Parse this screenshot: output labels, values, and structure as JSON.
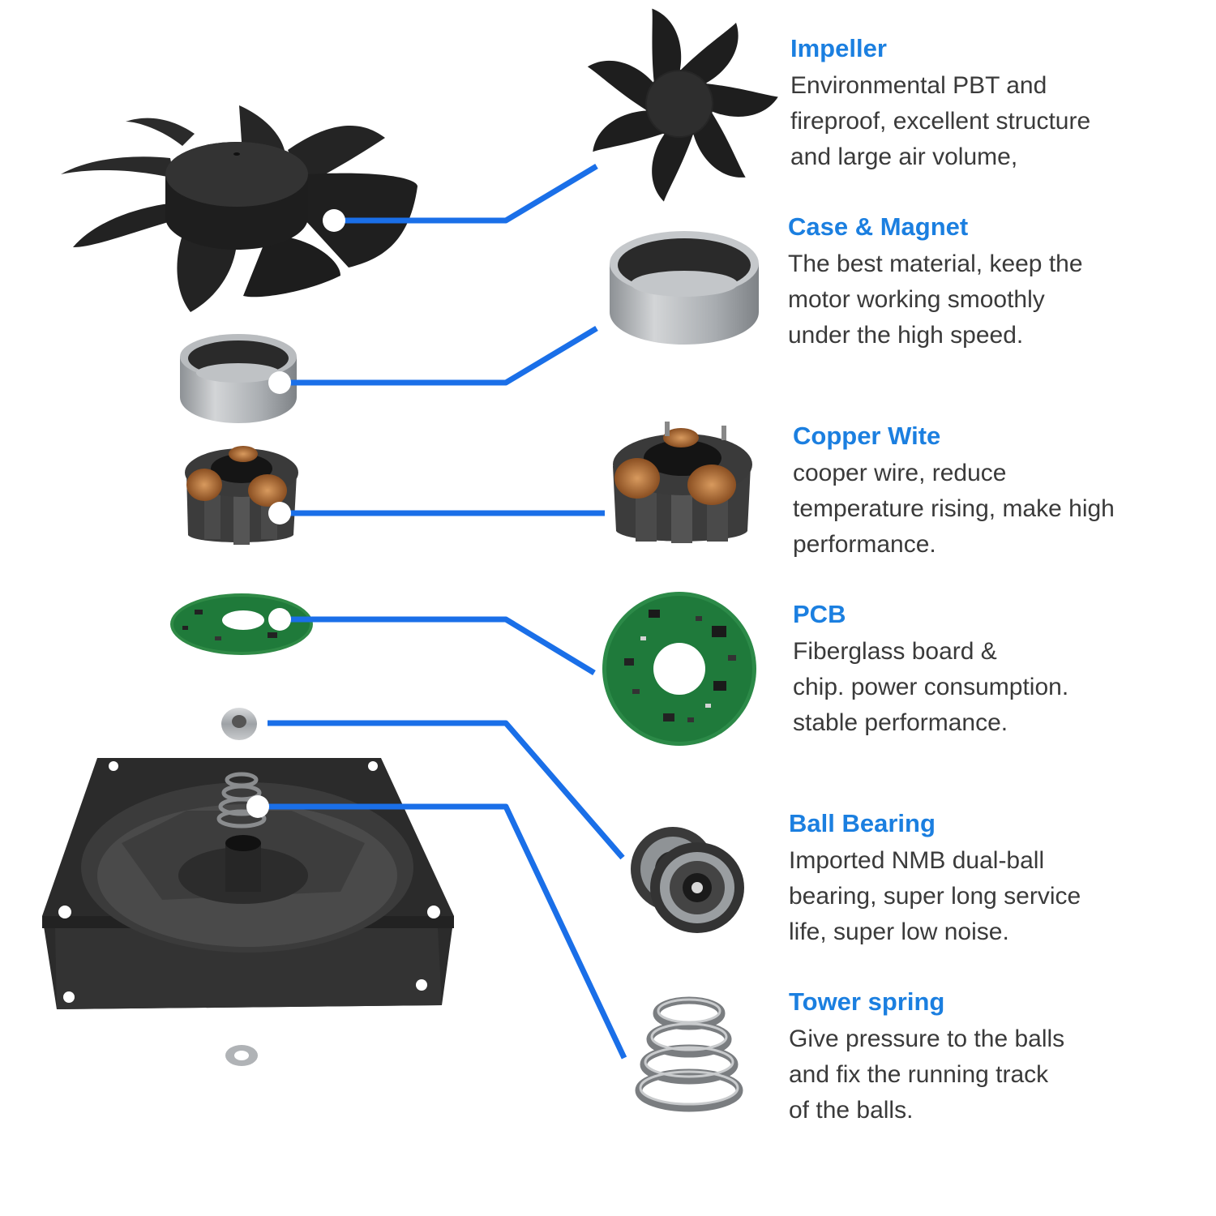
{
  "colors": {
    "accent": "#1b7fe0",
    "text": "#3a3a3a",
    "leader": "#1a6fe8"
  },
  "components": [
    {
      "title": "Impeller",
      "icon": "impeller-icon",
      "lines": [
        "Environmental PBT and",
        "fireproof, excellent structure",
        "and large air volume,"
      ]
    },
    {
      "title": "Case & Magnet",
      "icon": "magnet-ring-icon",
      "lines": [
        "The best material, keep the",
        "motor working smoothly",
        "under the high speed."
      ]
    },
    {
      "title": "Copper Wite",
      "icon": "copper-coil-stator-icon",
      "lines": [
        "cooper wire, reduce",
        "temperature rising, make high",
        "performance."
      ]
    },
    {
      "title": "PCB",
      "icon": "pcb-board-icon",
      "lines": [
        "Fiberglass board &",
        "chip. power consumption.",
        "stable performance."
      ]
    },
    {
      "title": "Ball Bearing",
      "icon": "ball-bearing-icon",
      "lines": [
        "Imported NMB dual-ball",
        "bearing, super long service",
        "life, super low noise."
      ]
    },
    {
      "title": "Tower spring",
      "icon": "tower-spring-icon",
      "lines": [
        "Give pressure to the balls",
        "and fix the running track",
        "of the balls."
      ]
    }
  ]
}
